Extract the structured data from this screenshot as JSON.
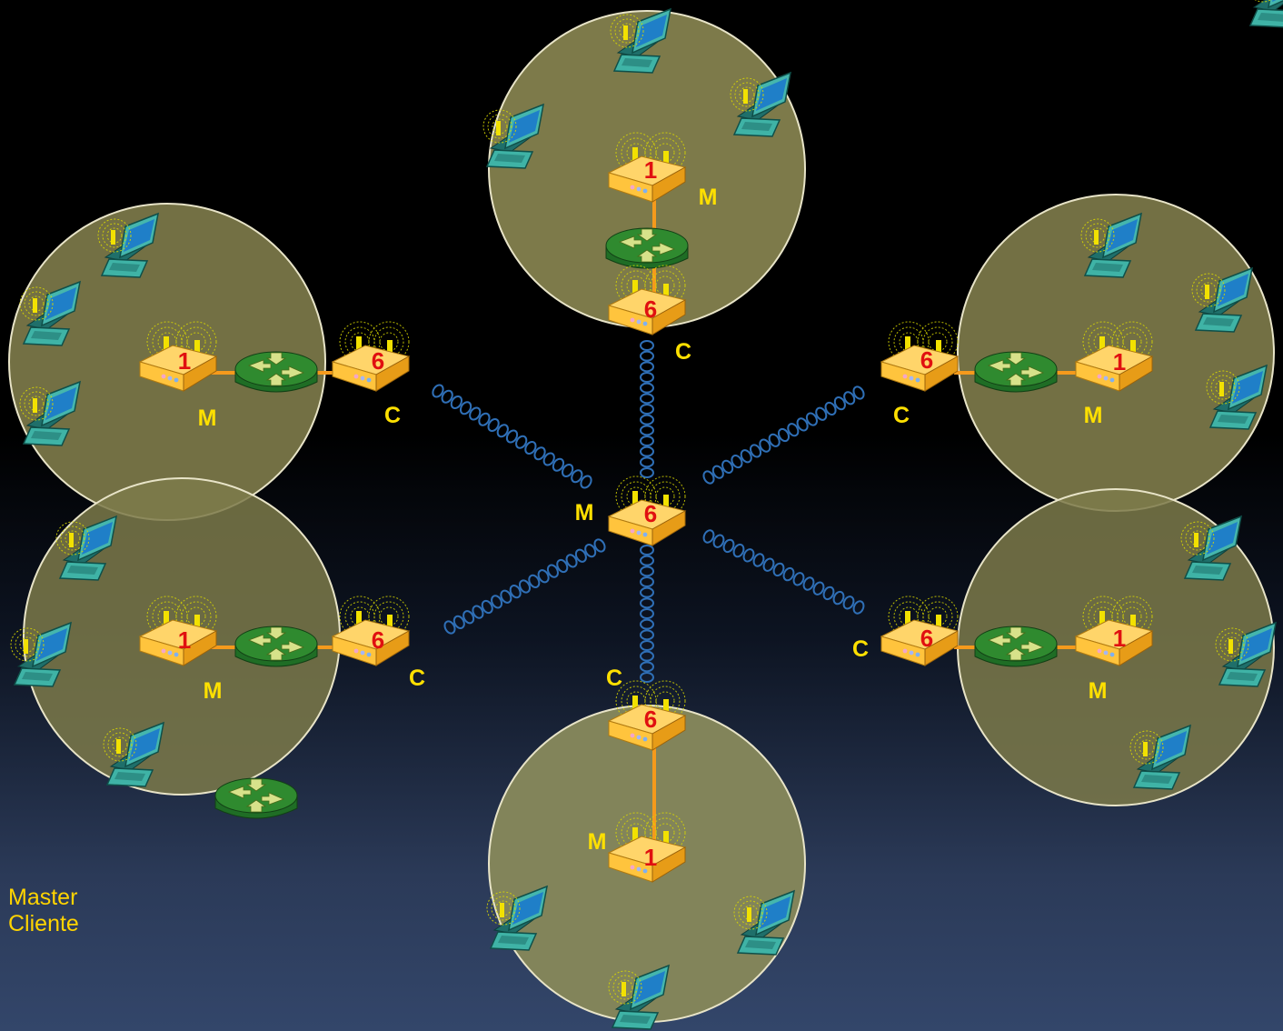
{
  "legend": {
    "master": "Master",
    "client": "Cliente"
  },
  "colors": {
    "cell_fill": "#7d7a4a",
    "cell_stroke": "#e8e4c8",
    "wire": "#f59a1c",
    "link_coil": "#2f6fb6",
    "label": "#ffe000",
    "channel": "#e01010",
    "router": "#2f8a2f",
    "laptop": "#3aa8a0"
  },
  "hub": {
    "channel": "6",
    "role": "M"
  },
  "cells": [
    {
      "id": "top",
      "master_channel": "1",
      "master_role": "M",
      "client_channel": "6",
      "client_role": "C"
    },
    {
      "id": "upper-left",
      "master_channel": "1",
      "master_role": "M",
      "client_channel": "6",
      "client_role": "C"
    },
    {
      "id": "lower-left",
      "master_channel": "1",
      "master_role": "M",
      "client_channel": "6",
      "client_role": "C"
    },
    {
      "id": "upper-right",
      "master_channel": "1",
      "master_role": "M",
      "client_channel": "6",
      "client_role": "C"
    },
    {
      "id": "lower-right",
      "master_channel": "1",
      "master_role": "M",
      "client_channel": "6",
      "client_role": "C"
    },
    {
      "id": "bottom",
      "master_channel": "1",
      "master_role": "M",
      "client_channel": "6",
      "client_role": "C"
    }
  ]
}
